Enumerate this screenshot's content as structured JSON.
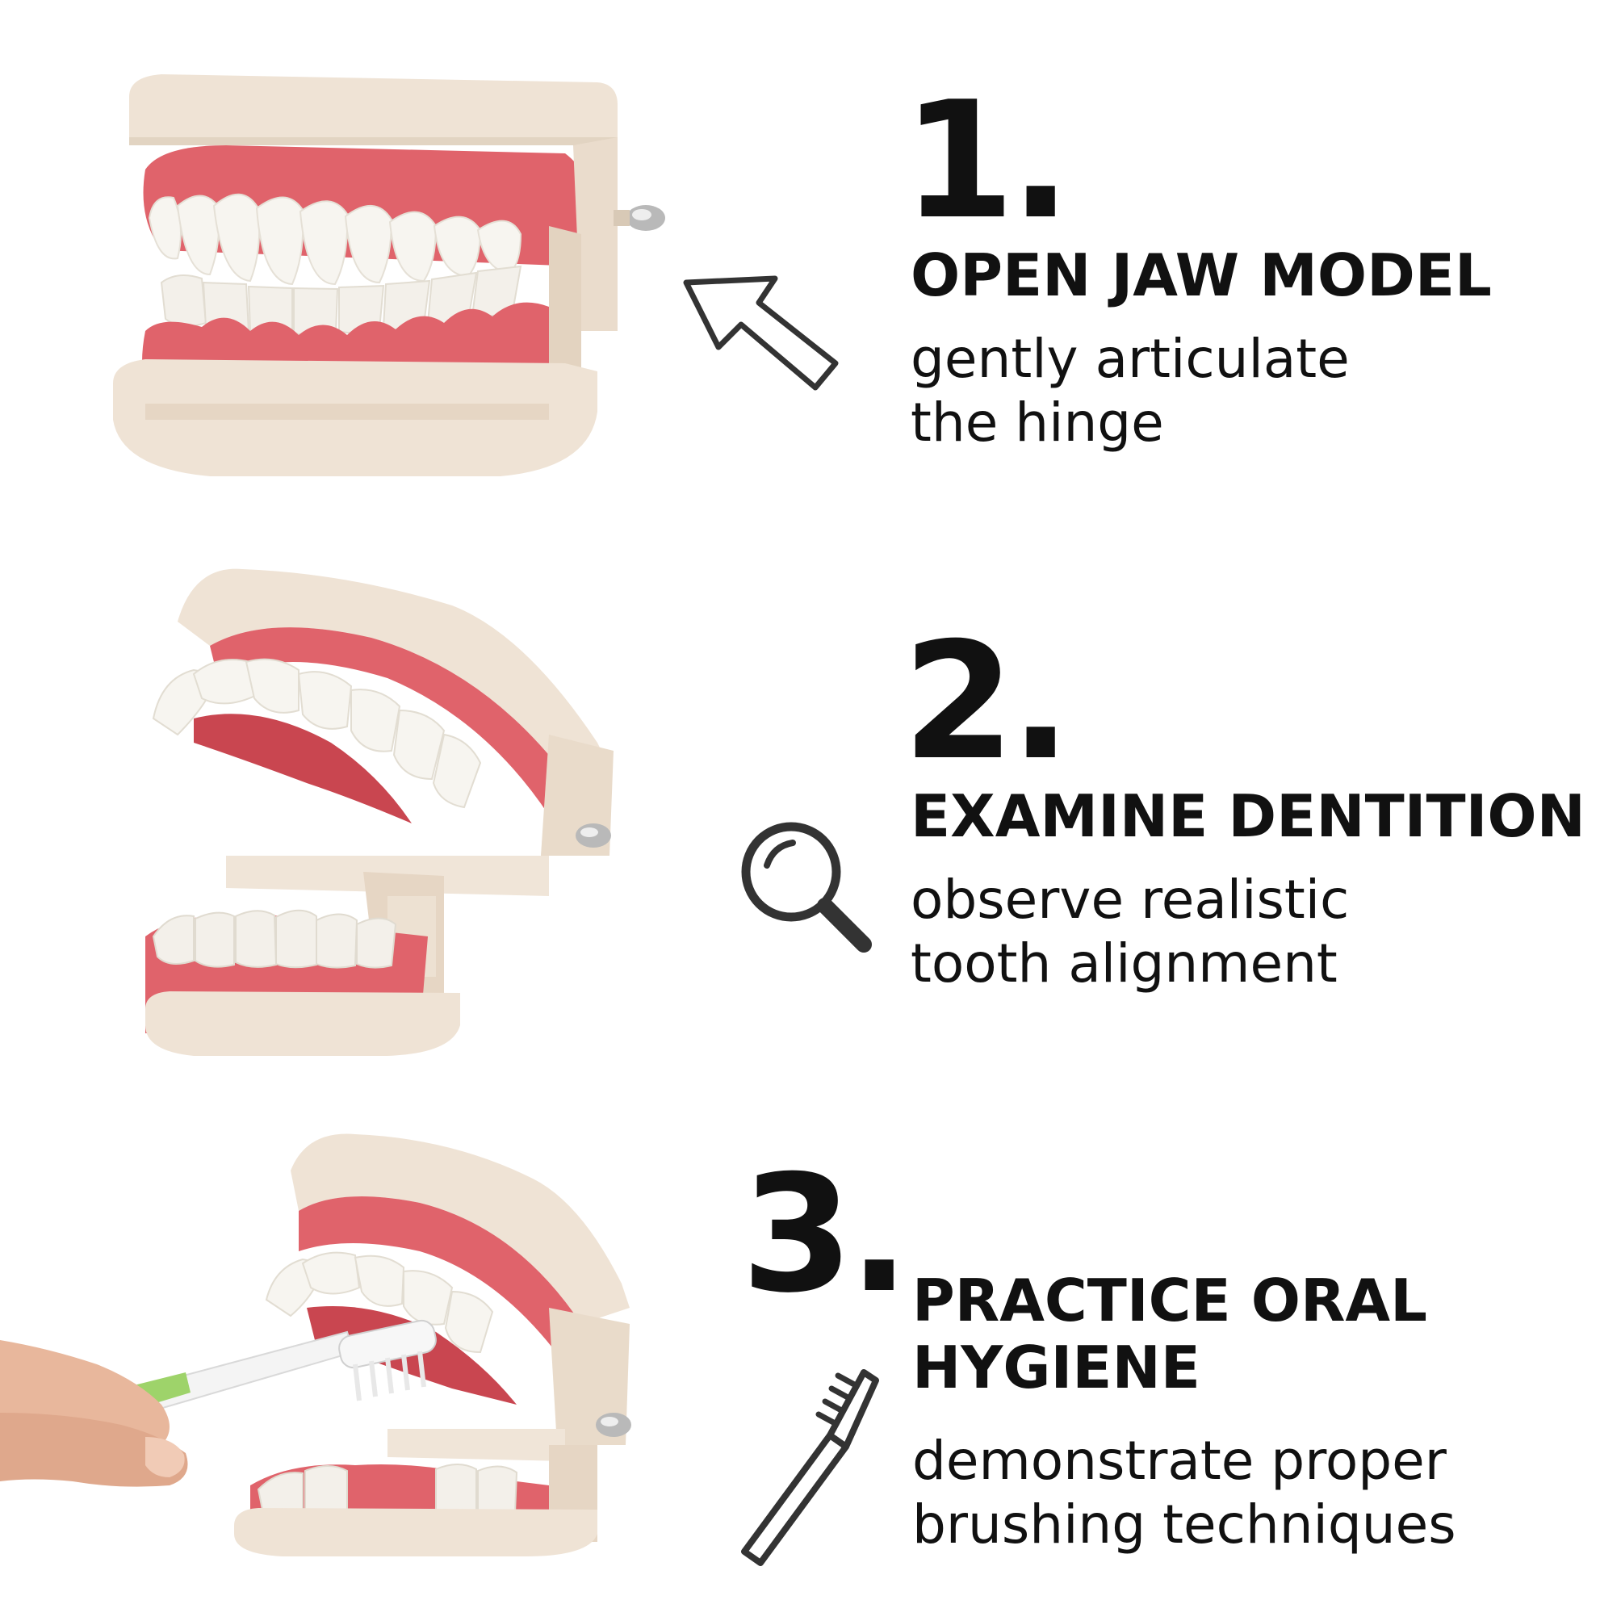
{
  "steps": [
    {
      "number": "1.",
      "title_lines": [
        "OPEN JAW MODEL"
      ],
      "subtitle_lines": [
        "gently articulate",
        "the hinge"
      ],
      "icon": "arrow-up-left-icon"
    },
    {
      "number": "2.",
      "title_lines": [
        "EXAMINE DENTITION"
      ],
      "subtitle_lines": [
        "observe realistic",
        "tooth alignment"
      ],
      "icon": "magnifier-icon"
    },
    {
      "number": "3.",
      "title_lines": [
        "PRACTICE ORAL",
        "HYGIENE"
      ],
      "subtitle_lines": [
        "demonstrate proper",
        "brushing techniques"
      ],
      "icon": "toothbrush-icon"
    }
  ],
  "colors": {
    "text": "#111111",
    "icon": "#333333",
    "gum": "#e0636b",
    "gum_dark": "#c94650",
    "tooth": "#f7f5f0",
    "base": "#efe3d5",
    "base_shadow": "#dccbb8",
    "skin": "#e8b79c"
  }
}
